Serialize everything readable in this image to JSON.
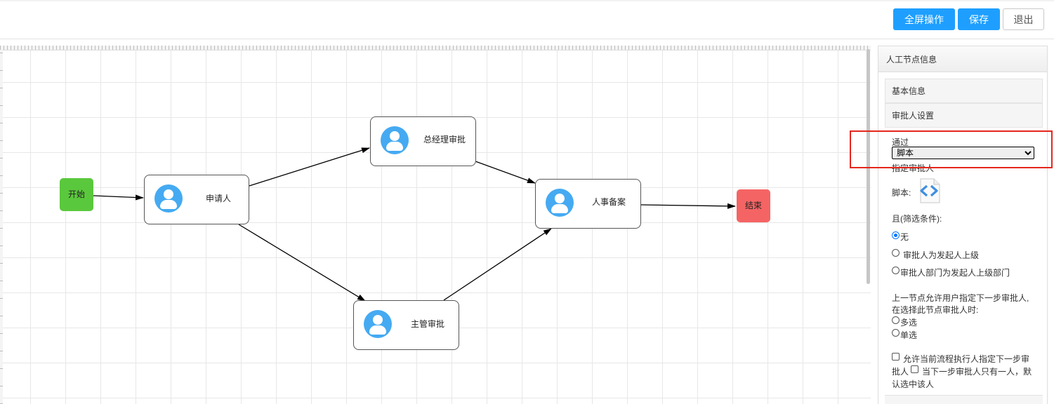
{
  "toolbar": {
    "fullscreen_label": "全屏操作",
    "save_label": "保存",
    "exit_label": "退出"
  },
  "flow": {
    "start": {
      "label": "开始",
      "color": "#5ac83c"
    },
    "end": {
      "label": "结束",
      "color": "#f56464"
    },
    "nodes": {
      "applicant": "申请人",
      "general_manager": "总经理审批",
      "supervisor": "主管审批",
      "hr_record": "人事备案"
    },
    "accent": "#45aaf2"
  },
  "panel": {
    "title": "人工节点信息",
    "basic_info": "基本信息",
    "approver_settings": "审批人设置",
    "pass_label": "通过",
    "approver_mode_options": [
      "脚本"
    ],
    "approver_mode_selected": "脚本",
    "assign_approver": "指定审批人",
    "script_label": "脚本:",
    "filter_label": "且(筛选条件):",
    "filter_options": [
      {
        "label": "无",
        "checked": true
      },
      {
        "label": "审批人为发起人上级",
        "checked": false
      },
      {
        "label": "审批人部门为发起人上级部门",
        "checked": false
      }
    ],
    "prev_node_text_1": "上一节点允许用户指定下一步审批人,",
    "prev_node_text_2": "在选择此节点审批人时:",
    "select_multi": "多选",
    "select_single": "单选",
    "allow_text_1": "允许当前流程执行人指定下一步审",
    "allow_text_2a": "批人",
    "allow_text_2b": "当下一步审批人只有一人，默",
    "allow_text_3": "认选中该人",
    "highlight_color": "#e5261e"
  }
}
